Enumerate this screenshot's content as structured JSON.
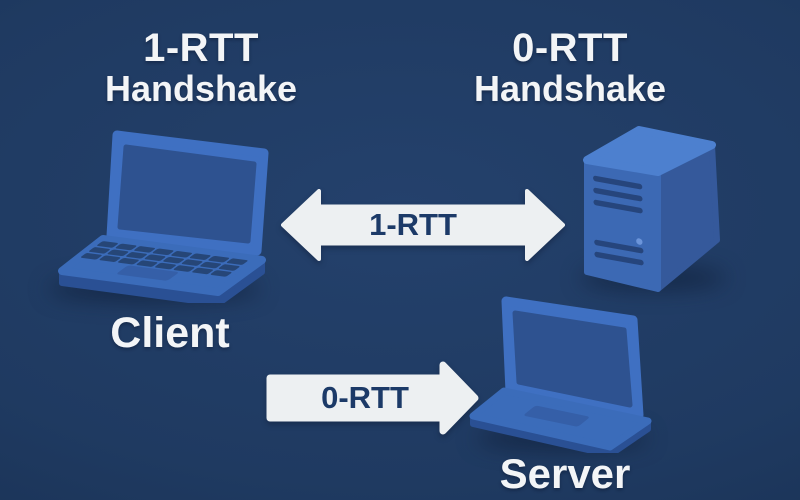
{
  "titles": {
    "left": {
      "line1": "1-RTT",
      "line2": "Handshake"
    },
    "right": {
      "line1": "0-RTT",
      "line2": "Handshake"
    }
  },
  "nodes": {
    "client": {
      "label": "Client",
      "icon": "laptop-icon"
    },
    "server_tower": {
      "icon": "server-tower-icon"
    },
    "server": {
      "label": "Server",
      "icon": "laptop-icon"
    }
  },
  "arrows": {
    "one_rtt": {
      "label": "1-RTT",
      "direction": "bidirectional"
    },
    "zero_rtt": {
      "label": "0-RTT",
      "direction": "client-to-server"
    }
  },
  "colors": {
    "background": "#1f3a61",
    "device_blue": "#3b6cba",
    "device_frame": "#3f70c2",
    "device_screen": "#2e5290",
    "device_keys": "#264677",
    "tower_top": "#4d80cf",
    "tower_front": "#3c69b4",
    "tower_side": "#35599b",
    "arrow_fill": "#edf0f2",
    "arrow_text": "#1c3a68",
    "title_text": "#f3f5f7"
  }
}
